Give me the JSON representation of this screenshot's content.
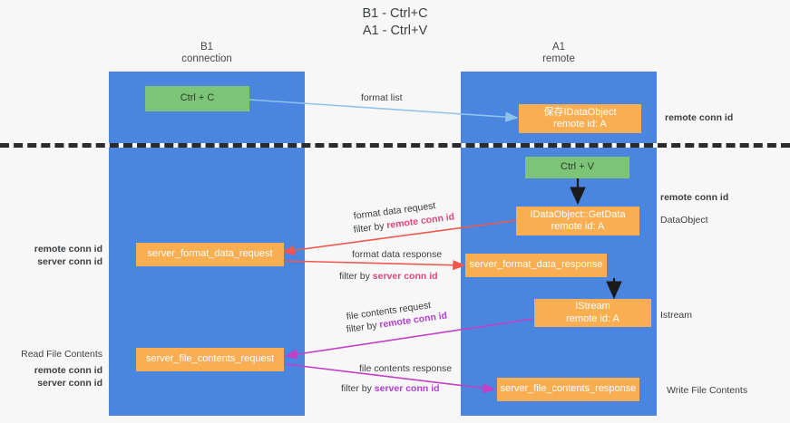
{
  "title": "B1 - Ctrl+C\nA1 - Ctrl+V",
  "columns": [
    {
      "id": "b1",
      "label": "B1\nconnection"
    },
    {
      "id": "a1",
      "label": "A1\nremote"
    }
  ],
  "nodes": [
    {
      "id": "ctrl-c",
      "lane": "b1",
      "style": "green",
      "lines": [
        "Ctrl + C"
      ]
    },
    {
      "id": "save-idataobject",
      "lane": "a1",
      "style": "orange",
      "lines": [
        "保存IDataObject",
        "remote id: A"
      ]
    },
    {
      "id": "ctrl-v",
      "lane": "a1",
      "style": "green",
      "lines": [
        "Ctrl + V"
      ]
    },
    {
      "id": "idataobject-getdata",
      "lane": "a1",
      "style": "orange",
      "lines": [
        "IDataObject::GetData",
        "remote id: A"
      ]
    },
    {
      "id": "server-format-data-request",
      "lane": "b1",
      "style": "orange",
      "lines": [
        "server_format_data_request"
      ]
    },
    {
      "id": "server-format-data-response",
      "lane": "a1",
      "style": "orange",
      "lines": [
        "server_format_data_response"
      ]
    },
    {
      "id": "istream",
      "lane": "a1",
      "style": "orange",
      "lines": [
        "IStream",
        "remote id: A"
      ]
    },
    {
      "id": "server-file-contents-request",
      "lane": "b1",
      "style": "orange",
      "lines": [
        "server_file_contents_request"
      ]
    },
    {
      "id": "server-file-contents-response",
      "lane": "a1",
      "style": "orange",
      "lines": [
        "server_file_contents_response"
      ]
    }
  ],
  "edge_labels": {
    "format_list": "format list",
    "format_data_request": "format data request",
    "format_data_request_filter_prefix": "filter by ",
    "format_data_request_filter_key": "remote conn id",
    "format_data_response": "format data response",
    "format_data_response_filter_prefix": "filter by ",
    "format_data_response_filter_key": "server conn id",
    "file_contents_request": "file contents request",
    "file_contents_request_filter_prefix": "filter by ",
    "file_contents_request_filter_key": "remote conn id",
    "file_contents_response": "file contents response",
    "file_contents_response_filter_prefix": "filter by ",
    "file_contents_response_filter_key": "server conn id"
  },
  "right_labels": [
    {
      "id": "remote-conn-id-top",
      "text": "remote conn id",
      "accent": "violet"
    },
    {
      "id": "remote-conn-id-mid",
      "text": "remote conn id",
      "accent": "violet"
    },
    {
      "id": "dataobject",
      "text": "DataObject",
      "accent": "plain"
    },
    {
      "id": "istream-label",
      "text": "Istream",
      "accent": "plain"
    },
    {
      "id": "write-file-contents",
      "text": "Write File Contents",
      "accent": "plain"
    }
  ],
  "left_labels": [
    {
      "id": "remote-conn-id-left",
      "text": "remote conn id",
      "accent": "violet"
    },
    {
      "id": "server-conn-id-left",
      "text": "server conn id",
      "accent": "green"
    },
    {
      "id": "read-file-contents",
      "text": "Read File Contents",
      "accent": "plain"
    },
    {
      "id": "remote-conn-id-left2",
      "text": "remote conn id",
      "accent": "violet"
    },
    {
      "id": "server-conn-id-left2",
      "text": "server conn id",
      "accent": "green"
    }
  ],
  "colors": {
    "lane": "#4a86e0",
    "green_node": "#7cc576",
    "orange_node": "#f9ae52",
    "arrow_blue": "#8ec4ea",
    "arrow_red": "#f0584c",
    "arrow_magenta": "#c43fc4",
    "arrow_black": "#1a1a1a",
    "divider": "#2b2b2b",
    "accent_violet": "#a03fd0",
    "accent_pink": "#e0467a",
    "accent_green": "#59a35a",
    "background": "#f7f7f7"
  }
}
